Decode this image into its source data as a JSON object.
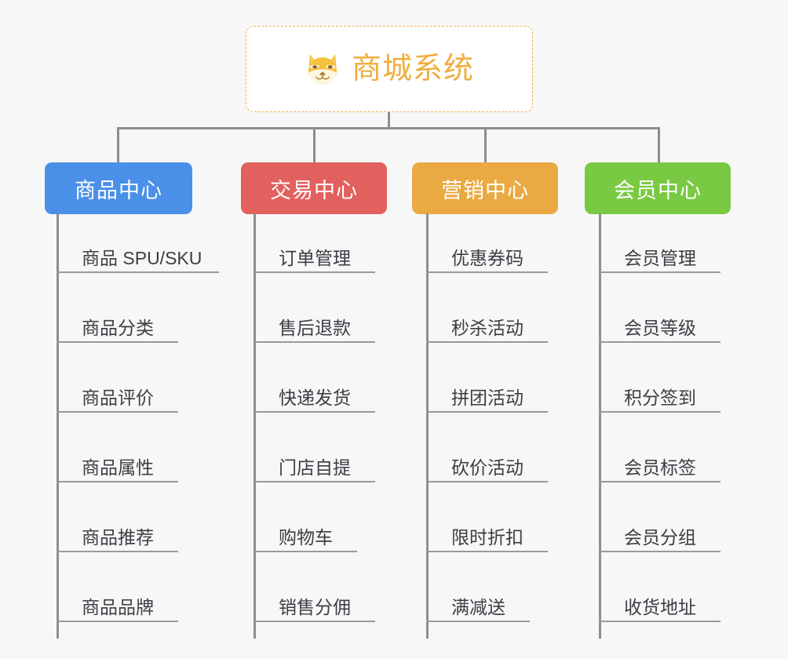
{
  "root": {
    "title": "商城系统",
    "icon": "shiba-dog-icon",
    "border_color": "#f0b34c",
    "text_color": "#f0ad3e",
    "background": "#ffffff"
  },
  "canvas": {
    "background": "#f7f7f7",
    "line_color": "#8e8e8e"
  },
  "columns": [
    {
      "title": "商品中心",
      "color": "#4a90e8",
      "items": [
        "商品 SPU/SKU",
        "商品分类",
        "商品评价",
        "商品属性",
        "商品推荐",
        "商品品牌"
      ]
    },
    {
      "title": "交易中心",
      "color": "#e2605d",
      "items": [
        "订单管理",
        "售后退款",
        "快递发货",
        "门店自提",
        "购物车",
        "销售分佣"
      ]
    },
    {
      "title": "营销中心",
      "color": "#eaa942",
      "items": [
        "优惠券码",
        "秒杀活动",
        "拼团活动",
        "砍价活动",
        "限时折扣",
        "满减送"
      ]
    },
    {
      "title": "会员中心",
      "color": "#7ac943",
      "items": [
        "会员管理",
        "会员等级",
        "积分签到",
        "会员标签",
        "会员分组",
        "收货地址"
      ]
    }
  ]
}
